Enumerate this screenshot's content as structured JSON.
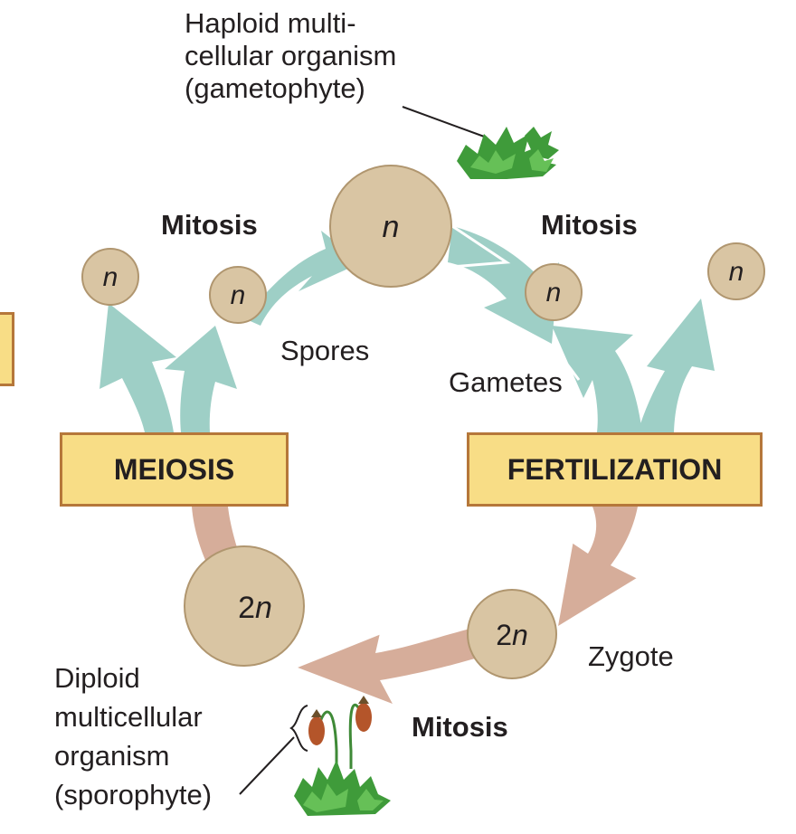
{
  "labels": {
    "gametophyte_line1": "Haploid multi-",
    "gametophyte_line2": "cellular organism",
    "gametophyte_line3": "(gametophyte)",
    "sporophyte_line1": "Diploid",
    "sporophyte_line2": "multicellular",
    "sporophyte_line3": "organism",
    "sporophyte_line4": "(sporophyte)",
    "spores": "Spores",
    "gametes": "Gametes",
    "zygote": "Zygote"
  },
  "processes": {
    "mitosis_left": "Mitosis",
    "mitosis_right": "Mitosis",
    "mitosis_bottom": "Mitosis",
    "meiosis": "MEIOSIS",
    "fertilization": "FERTILIZATION"
  },
  "cells": {
    "haploid_main": "n",
    "spore_outer": "n",
    "spore_inner": "n",
    "gamete_inner": "n",
    "gamete_outer": "n",
    "diploid_main": "2n",
    "zygote": "2n"
  },
  "colors": {
    "haploid_arrow": "#9ecfc6",
    "diploid_arrow": "#d6ad9a",
    "cell_fill": "#d9c5a3",
    "cell_stroke": "#b0966f",
    "box_fill": "#f8dd86",
    "box_border": "#b5773a",
    "plant_green": "#3f9b3a",
    "capsule": "#b4552a"
  }
}
